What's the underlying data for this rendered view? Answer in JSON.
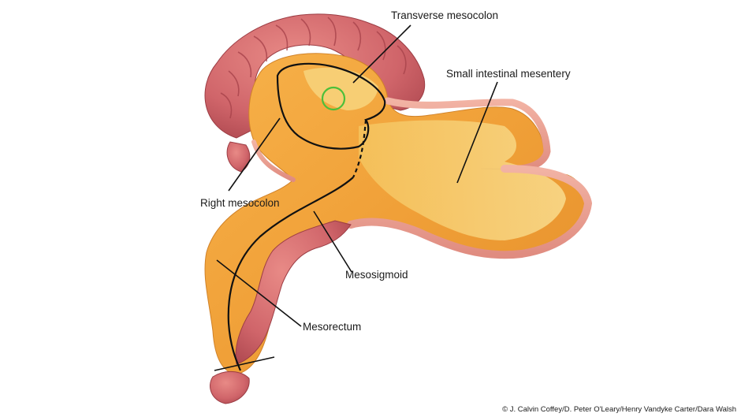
{
  "labels": {
    "transverse_mesocolon": "Transverse mesocolon",
    "small_intestinal_mesentery": "Small intestinal mesentery",
    "right_mesocolon": "Right mesocolon",
    "mesosigmoid": "Mesosigmoid",
    "mesorectum": "Mesorectum"
  },
  "credit": "© J. Calvin Coffey/D. Peter O'Leary/Henry Vandyke Carter/Dara Walsh",
  "colors": {
    "background": "#ffffff",
    "mesentery": "#f2a540",
    "mesentery_light": "#f7d27a",
    "colon": "#d46a6a",
    "colon_dark": "#b84a4f",
    "outline": "#111111",
    "marker_circle": "#4cbf3a"
  }
}
